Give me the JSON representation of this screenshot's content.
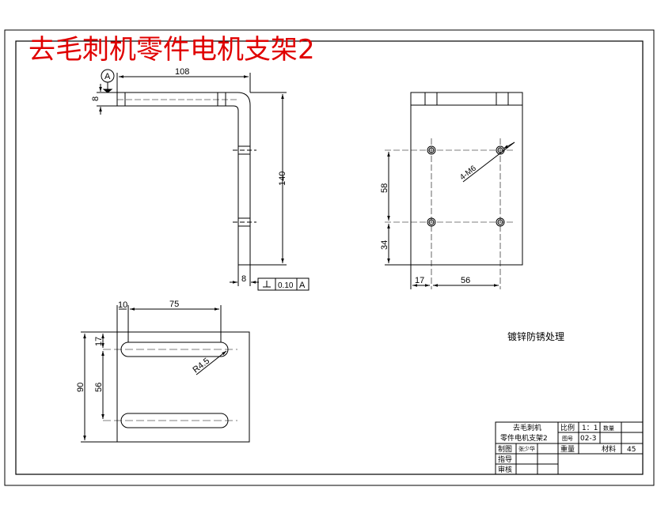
{
  "title": "去毛刺机零件电机支架2",
  "datum_label": "A",
  "dimensions": {
    "top_view_length": "108",
    "thickness_top": "8",
    "height_140": "140",
    "thickness_bottom": "8",
    "tolerance_value": "0.10",
    "tolerance_datum": "A",
    "vertical_58": "58",
    "vertical_34": "34",
    "horizontal_17": "17",
    "horizontal_56": "56",
    "hole_callout": "4-M6",
    "slot_offset_10": "10",
    "slot_length_75": "75",
    "slot_top_17": "17",
    "slot_pitch_56": "56",
    "plate_height_90": "90",
    "radius_label": "R4.5"
  },
  "note": "镀锌防锈处理",
  "title_block": {
    "part_name_1": "去毛刺机",
    "part_name_2": "零件电机支架2",
    "scale_label": "比例",
    "scale_value": "1：1",
    "quantity_label": "数量",
    "drawing_no_label": "图号",
    "drawing_no_value": "02-3",
    "drawn_label": "制图",
    "drawn_value": "张少华",
    "weight_label": "重量",
    "material_label": "材料",
    "material_value": "45",
    "guide_label": "指导",
    "review_label": "审核"
  }
}
